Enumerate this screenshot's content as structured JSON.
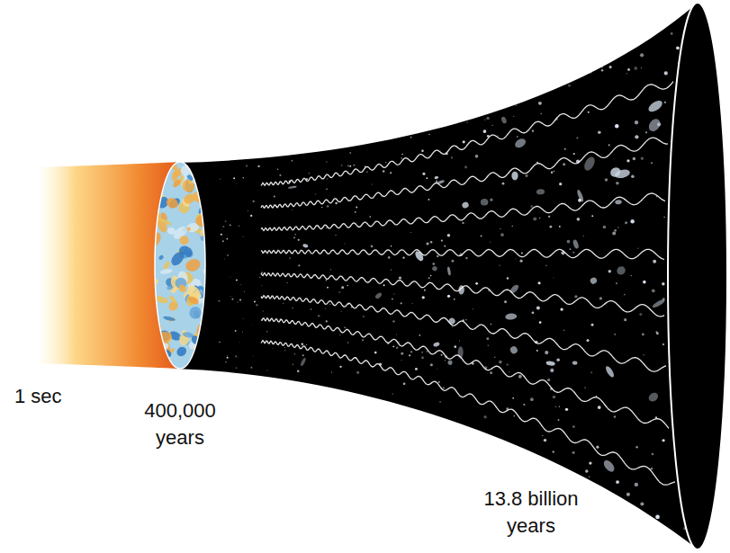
{
  "diagram": {
    "labels": [
      "1 sec",
      "400,000 years",
      "13.8 billion years"
    ]
  }
}
